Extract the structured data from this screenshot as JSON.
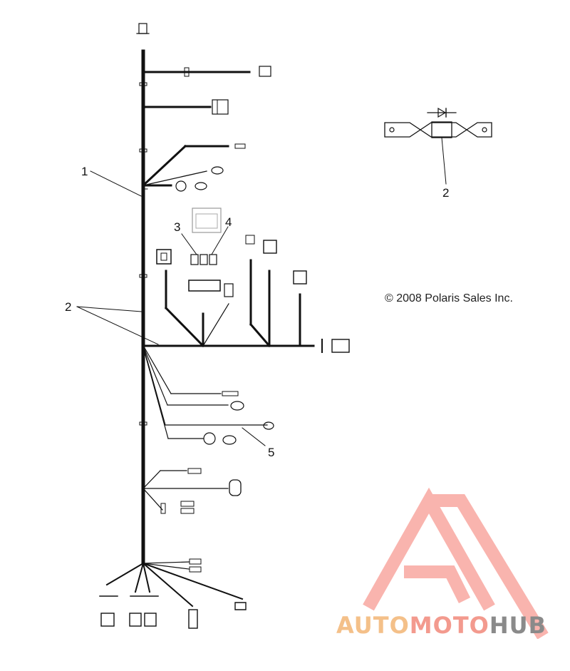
{
  "diagram": {
    "callouts": {
      "c1": "1",
      "c2_left": "2",
      "c2_right": "2",
      "c3": "3",
      "c4": "4",
      "c5": "5"
    },
    "copyright": "© 2008 Polaris Sales Inc."
  },
  "watermark": {
    "part1": "AUTO",
    "part2": "MOTO",
    "part3": "HUB",
    "colors": {
      "orange": "#f4c089",
      "red": "#f39a8e",
      "gray": "#8a8a8a"
    }
  }
}
